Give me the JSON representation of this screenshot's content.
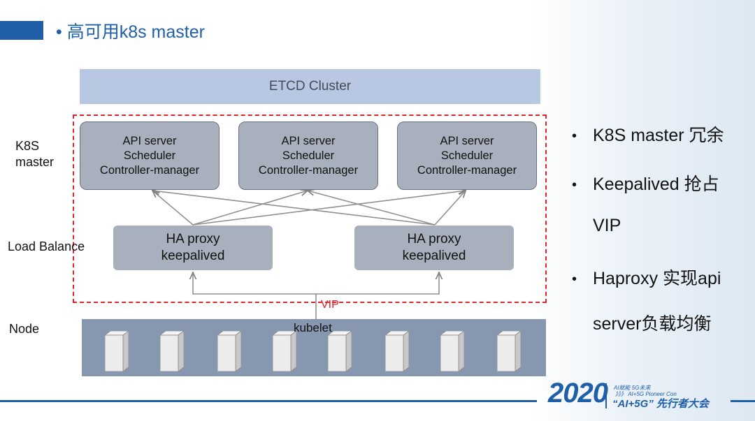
{
  "title": "• 高可用k8s master",
  "etcd_label": "ETCD  Cluster",
  "masters": [
    {
      "line1": "API server",
      "line2": "Scheduler",
      "line3": "Controller-manager"
    },
    {
      "line1": "API server",
      "line2": "Scheduler",
      "line3": "Controller-manager"
    },
    {
      "line1": "API server",
      "line2": "Scheduler",
      "line3": "Controller-manager"
    }
  ],
  "haproxies": [
    {
      "line1": "HA proxy",
      "line2": "keepalived"
    },
    {
      "line1": "HA proxy",
      "line2": "keepalived"
    }
  ],
  "side_labels": {
    "k8s_master_1": "K8S",
    "k8s_master_2": "master",
    "load_balance": "Load Balance",
    "node": "Node"
  },
  "vip": "VIP",
  "kubelet": "kubelet",
  "bullets": {
    "b1": "K8S master 冗余",
    "b2_line1": "Keepalived 抢占",
    "b2_line2": "VIP",
    "b3_line1": "Haproxy 实现api",
    "b3_line2": "server负载均衡",
    "dot": "•"
  },
  "footer": {
    "year": "2020",
    "small1": "AI赋能 5G未来",
    "small2": "》》》 AI+5G Pioneer Con",
    "big": "“AI+5G” 先行者大会"
  },
  "colors": {
    "brand_blue": "#1e5fa8",
    "etcd_fill": "#b8c8e3",
    "box_fill": "#a8b0bd",
    "dashed_red": "#e0242a",
    "node_bar": "#8797b0"
  }
}
